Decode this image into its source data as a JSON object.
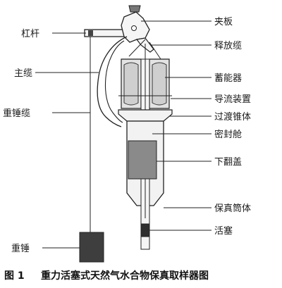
{
  "labels": {
    "clamp_plate": "夹板",
    "lever": "杠杆",
    "release_cable": "释放缆",
    "main_cable": "主缆",
    "accumulator": "蓄能器",
    "flow_guide": "导流装置",
    "weight_cable": "重锤缆",
    "transition_cone": "过渡锥体",
    "seal_chamber": "密封舱",
    "lower_flip_cover": "下翻盖",
    "pressure_cylinder": "保真筒体",
    "piston": "活塞",
    "hammer": "重锤"
  },
  "caption": {
    "figure_no": "图 1",
    "title": "重力活塞式天然气水合物保真取样器图"
  },
  "colors": {
    "line": "#222222",
    "accumulator_fill": "#e3e3e3",
    "body_fill": "#f2f2f2",
    "dark_block": "#3e3e3e",
    "panel_block": "#8a8a8a"
  }
}
